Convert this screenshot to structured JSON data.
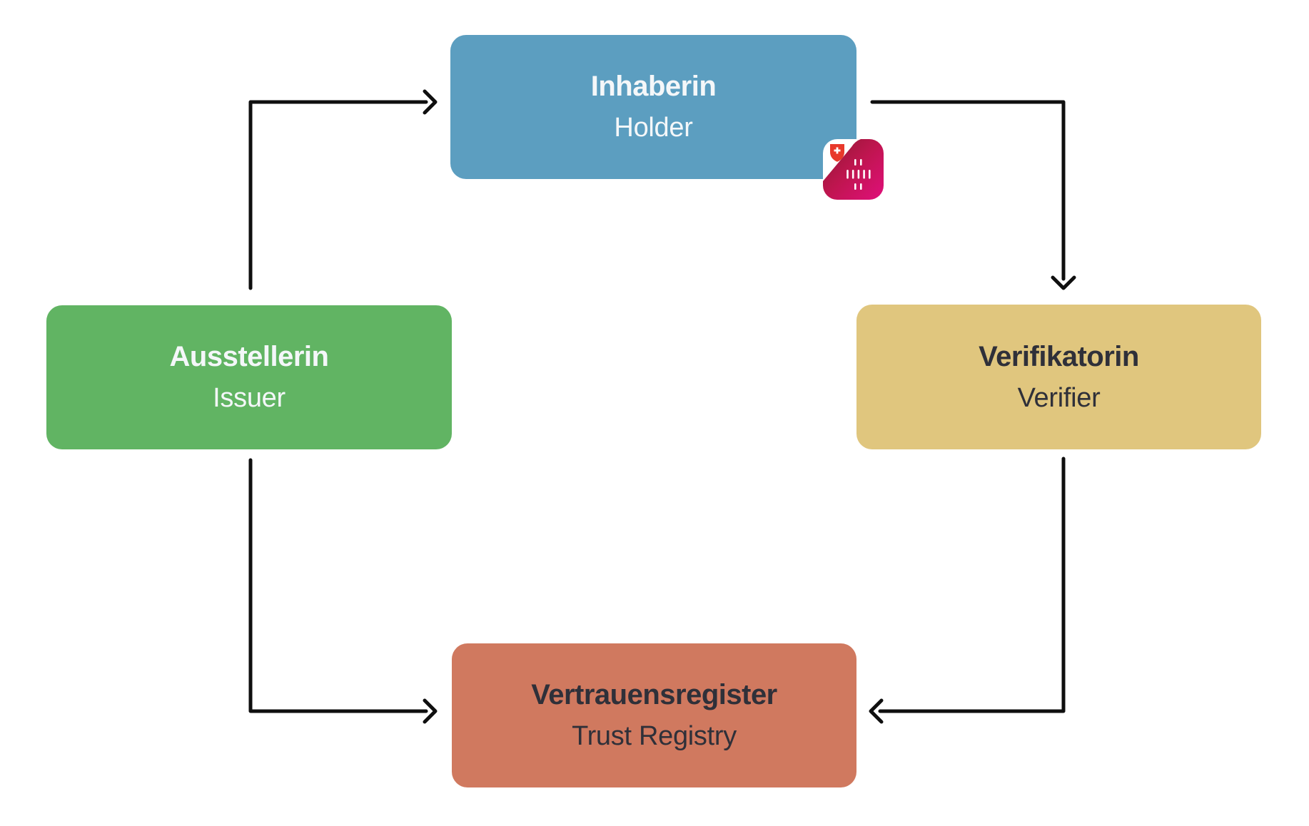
{
  "background": "#FFFFFF",
  "arrow_color": "#0F0F0F",
  "nodes": {
    "holder": {
      "title": "Inhaberin",
      "subtitle": "Holder",
      "color": "#5C9EC0",
      "text_color": "#F4F7F9"
    },
    "issuer": {
      "title": "Ausstellerin",
      "subtitle": "Issuer",
      "color": "#61B463",
      "text_color": "#F4F7F9"
    },
    "verifier": {
      "title": "Verifikatorin",
      "subtitle": "Verifier",
      "color": "#E0C67E",
      "text_color": "#2F3039"
    },
    "trust_registry": {
      "title": "Vertrauensregister",
      "subtitle": "Trust Registry",
      "color": "#D0795F",
      "text_color": "#2F3039"
    }
  },
  "edges": [
    {
      "from": "issuer",
      "to": "holder"
    },
    {
      "from": "holder",
      "to": "verifier"
    },
    {
      "from": "verifier",
      "to": "trust_registry"
    },
    {
      "from": "issuer",
      "to": "trust_registry"
    }
  ],
  "icons": {
    "wallet": {
      "name": "swiyu-wallet-app-icon",
      "elements": [
        "swiss-cross-shield",
        "vertical-dash-cross-pattern"
      ],
      "gradient_from": "#8E1A31",
      "gradient_mid": "#C01550",
      "gradient_to": "#E00F7B",
      "shield_color": "#E8392B",
      "base_color": "#FFFFFF"
    }
  }
}
